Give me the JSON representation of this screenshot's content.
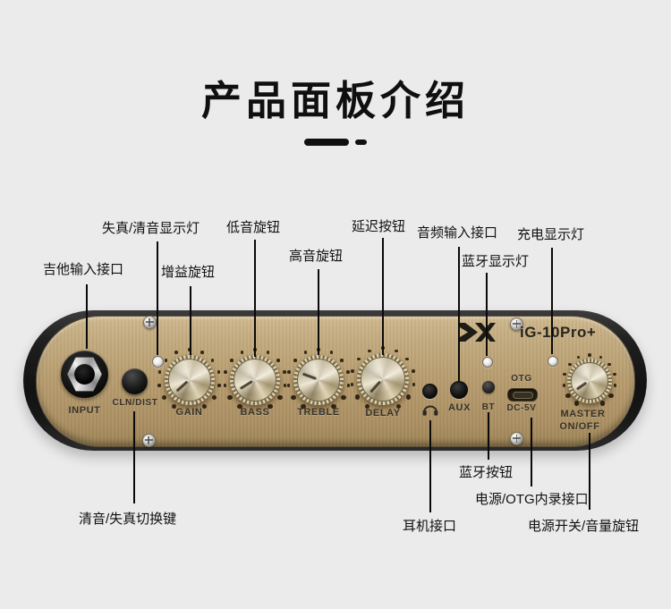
{
  "title": "产品面板介绍",
  "panel": {
    "brand": "DX",
    "model": "iG-10Pro+",
    "labels": {
      "input": "INPUT",
      "cln_dist": "CLN/DIST",
      "gain": "GAIN",
      "bass": "BASS",
      "treble": "TREBLE",
      "delay": "DELAY",
      "aux": "AUX",
      "bt": "BT",
      "otg": "OTG",
      "dc_5v": "DC-5V",
      "master": "MASTER",
      "on_off": "ON/OFF"
    }
  },
  "annotations": {
    "guitar_input": "吉他输入接口",
    "dist_clean_led": "失真/清音显示灯",
    "gain_knob": "增益旋钮",
    "bass_knob": "低音旋钮",
    "treble_knob": "高音旋钮",
    "delay_button": "延迟按钮",
    "audio_input": "音频输入接口",
    "bt_led": "蓝牙显示灯",
    "charge_led": "充电显示灯",
    "clean_dist_switch": "清音/失真切换键",
    "headphone_jack": "耳机接口",
    "bt_button": "蓝牙按钮",
    "power_otg": "电源/OTG内录接口",
    "power_volume": "电源开关/音量旋钮"
  },
  "colors": {
    "background": "#ebebeb",
    "panel_gold": "#b79c6e",
    "panel_edge": "#1a1a1a",
    "annotation": "#111111"
  }
}
